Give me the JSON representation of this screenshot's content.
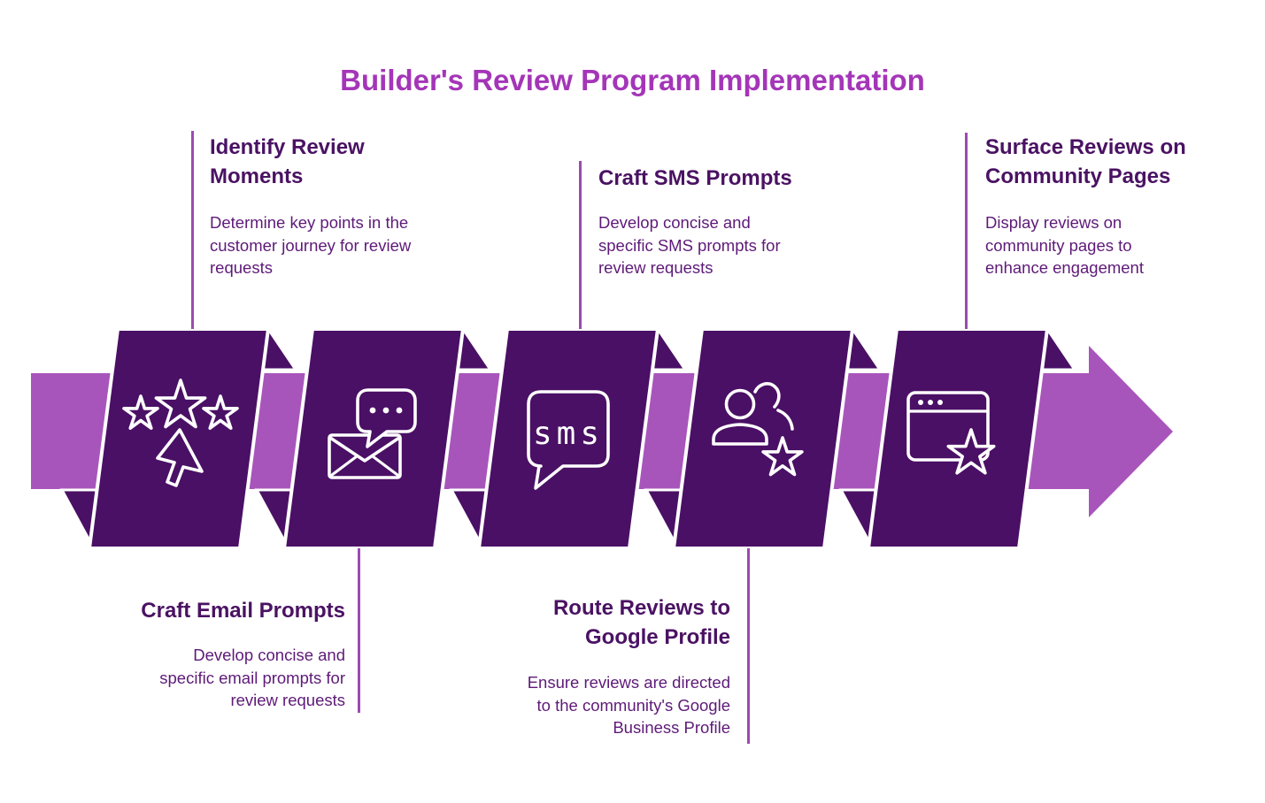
{
  "title": "Builder's Review Program Implementation",
  "steps": [
    {
      "heading": "Identify Review\nMoments",
      "description": "Determine key points in the\ncustomer journey for review\nrequests",
      "label_position": "top",
      "icon": "stars-pointer-icon"
    },
    {
      "heading": "Craft Email Prompts",
      "description": "Develop concise and\nspecific email prompts for\nreview requests",
      "label_position": "bottom",
      "icon": "email-message-icon"
    },
    {
      "heading": "Craft SMS Prompts",
      "description": "Develop concise and\nspecific SMS prompts for\nreview requests",
      "label_position": "top",
      "icon": "sms-bubble-icon"
    },
    {
      "heading": "Route Reviews to\nGoogle Profile",
      "description": "Ensure reviews are directed\nto the community's Google\nBusiness Profile",
      "label_position": "bottom",
      "icon": "people-star-icon"
    },
    {
      "heading": "Surface Reviews on\nCommunity Pages",
      "description": "Display reviews on\ncommunity pages to\nenhance engagement",
      "label_position": "top",
      "icon": "browser-star-icon"
    }
  ],
  "icon_labels": {
    "sms": "sms"
  },
  "colors": {
    "dark_purple": "#4A1065",
    "light_purple": "#A855BB",
    "title": "#A435B8",
    "heading_text": "#4A1263",
    "body_text": "#5E1A78",
    "connector": "#9C4BAF",
    "icon_stroke": "#FFFFFF"
  }
}
